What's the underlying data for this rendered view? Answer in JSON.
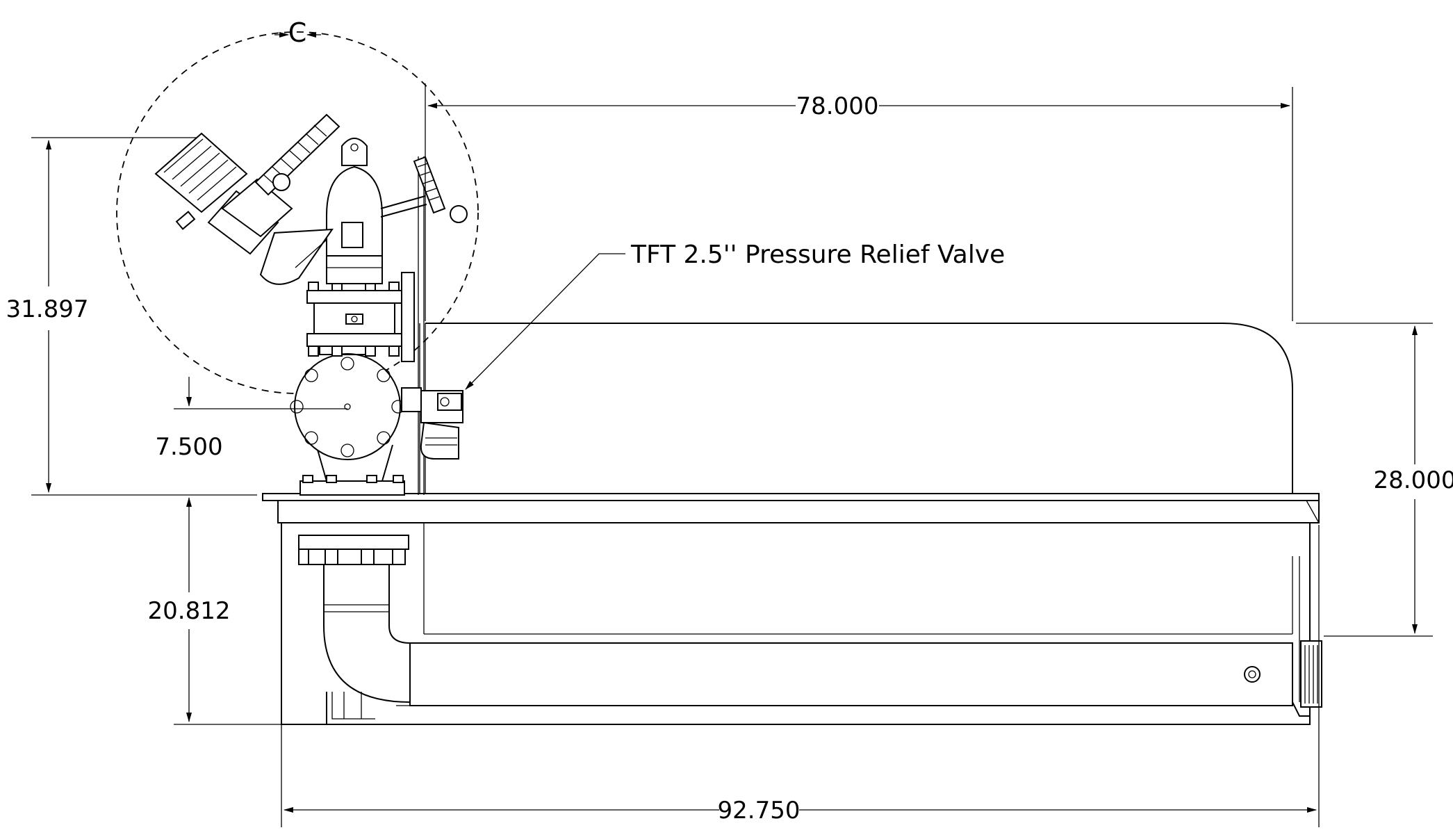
{
  "detail_label": "C",
  "callout": "TFT 2.5'' Pressure Relief Valve",
  "dimensions": {
    "overall_length": "92.750",
    "tank_length": "78.000",
    "total_height": "31.897",
    "tank_height": "28.000",
    "outlet_height": "20.812",
    "offset": "7.500"
  },
  "colors": {
    "line": "#000000",
    "background": "#ffffff"
  }
}
